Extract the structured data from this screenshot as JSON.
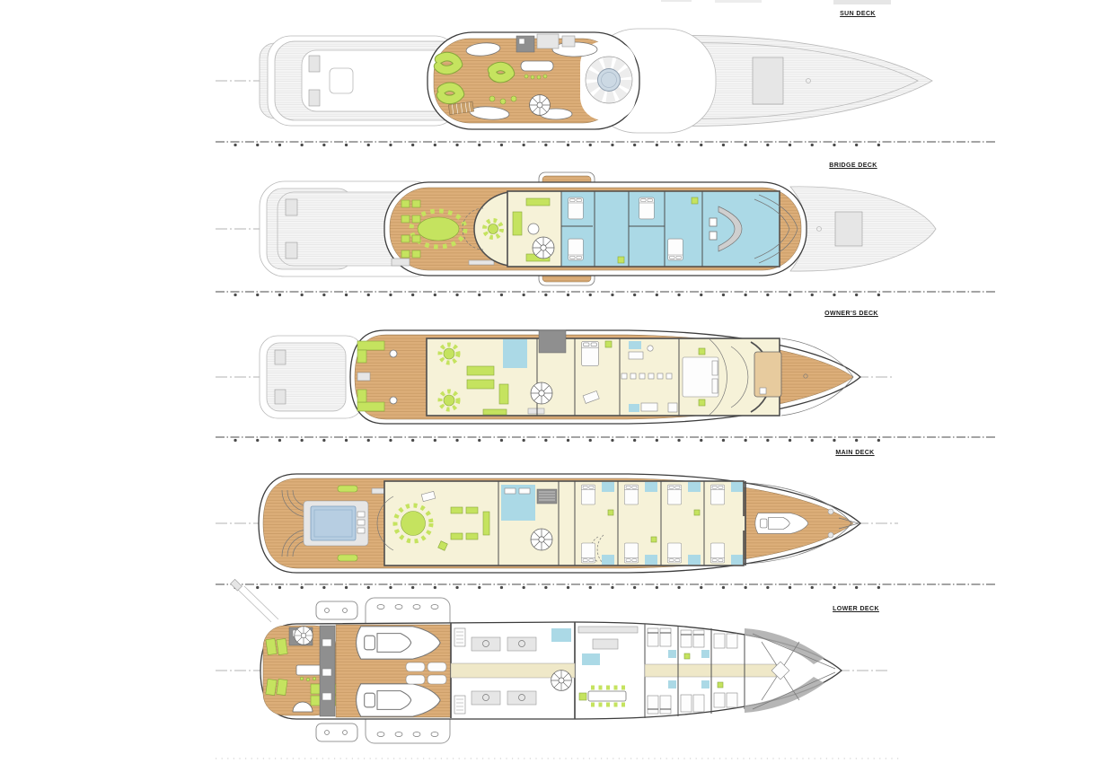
{
  "diagram": {
    "type": "yacht-general-arrangement",
    "deck_count": 5,
    "orientation": "bow-right"
  },
  "decks": [
    {
      "id": "sun-deck",
      "label": "SUN DECK"
    },
    {
      "id": "bridge-deck",
      "label": "BRIDGE DECK"
    },
    {
      "id": "owners-deck",
      "label": "OWNER'S DECK"
    },
    {
      "id": "main-deck",
      "label": "MAIN DECK"
    },
    {
      "id": "lower-deck",
      "label": "LOWER DECK"
    }
  ],
  "colors": {
    "wood": "#dcae79",
    "wood_line": "#c0925c",
    "ghost_fill": "#f5f5f5",
    "ghost_line": "#b9b9b9",
    "gplank_line": "#dedede",
    "hull_line": "#3c3c3c",
    "wall": "#4e4e4e",
    "cream": "#f6f2d8",
    "blue": "#abd9e6",
    "green": "#c5e35f",
    "green_dark": "#87a63b",
    "pool": "#b7cee2",
    "pool_line": "#7e9fbd",
    "centerline": "#9a9a9a",
    "baseline": "#4a4a4a",
    "jacuzzi": "#ccd9e4"
  }
}
